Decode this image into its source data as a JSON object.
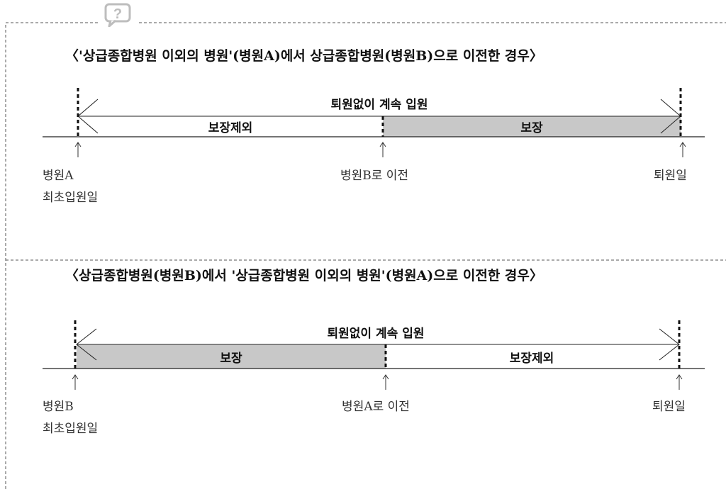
{
  "icon": "question-speech-bubble-icon",
  "colors": {
    "covered_fill": "#c8c8c8",
    "border": "#555555",
    "line": "#222222"
  },
  "sections": [
    {
      "title": "〈'상급종합병원 이외의 병원'(병원A)에서 상급종합병원(병원B)으로 이전한 경우〉",
      "span_label": "퇴원없이 계속 입원",
      "left_segment": "보장제외",
      "right_segment": "보장",
      "covered_side": "right",
      "start_label_1": "병원A",
      "start_label_2": "최초입원일",
      "transfer_label": "병원B로 이전",
      "end_label": "퇴원일"
    },
    {
      "title": "〈상급종합병원(병원B)에서 '상급종합병원 이외의 병원'(병원A)으로 이전한 경우〉",
      "span_label": "퇴원없이 계속 입원",
      "left_segment": "보장",
      "right_segment": "보장제외",
      "covered_side": "left",
      "start_label_1": "병원B",
      "start_label_2": "최초입원일",
      "transfer_label": "병원A로 이전",
      "end_label": "퇴원일"
    }
  ]
}
